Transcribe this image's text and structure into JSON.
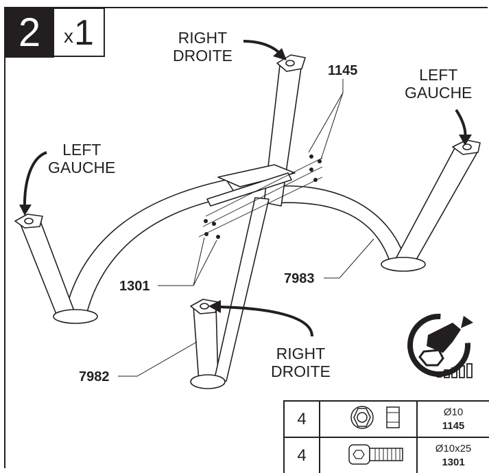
{
  "step": {
    "number": "2",
    "quantity_prefix": "x",
    "quantity": "1"
  },
  "labels": {
    "right_top": [
      "RIGHT",
      "DROITE"
    ],
    "left_right": [
      "LEFT",
      "GAUCHE"
    ],
    "left_left": [
      "LEFT",
      "GAUCHE"
    ],
    "right_bottom": [
      "RIGHT",
      "DROITE"
    ]
  },
  "part_refs": {
    "nut": "1145",
    "bolt": "1301",
    "arch": "7983",
    "leg_frame": "7982"
  },
  "hardware": [
    {
      "qty": "4",
      "size": "Ø10",
      "code": "1145",
      "icon": "flange-nut-icon"
    },
    {
      "qty": "4",
      "size": "Ø10x25",
      "code": "1301",
      "icon": "hex-socket-bolt-icon"
    }
  ],
  "torque_icon": "wrench-tighten-icon",
  "colors": {
    "ink": "#231f20",
    "background": "#ffffff"
  }
}
